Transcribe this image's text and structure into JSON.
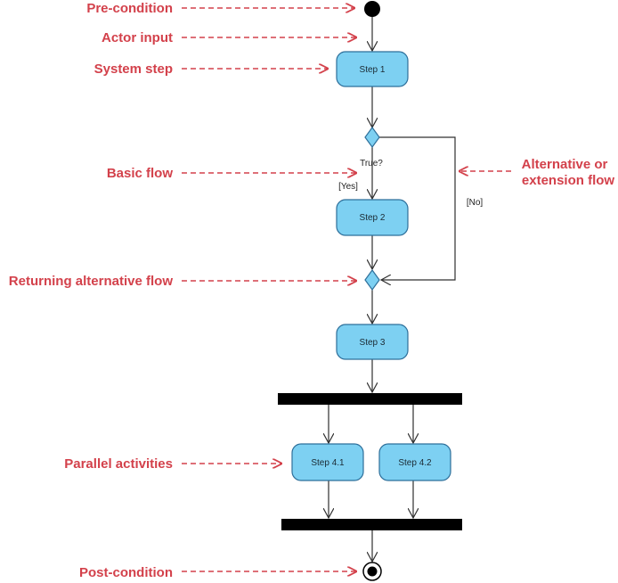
{
  "annotations": {
    "pre_condition": "Pre-condition",
    "actor_input": "Actor input",
    "system_step": "System step",
    "basic_flow": "Basic flow",
    "alternative_line1": "Alternative or",
    "alternative_line2": "extension flow",
    "returning_alternative_flow": "Returning alternative flow",
    "parallel_activities": "Parallel activities",
    "post_condition": "Post-condition"
  },
  "nodes": {
    "step1": "Step 1",
    "step2": "Step 2",
    "step3": "Step 3",
    "step4_1": "Step 4.1",
    "step4_2": "Step 4.2"
  },
  "decision": {
    "question": "True?",
    "yes_guard": "[Yes]",
    "no_guard": "[No]"
  },
  "colors": {
    "annotation": "#d3414b",
    "activity_fill": "#7dd0f2",
    "activity_stroke": "#2e6f9a",
    "bar": "#000000"
  }
}
